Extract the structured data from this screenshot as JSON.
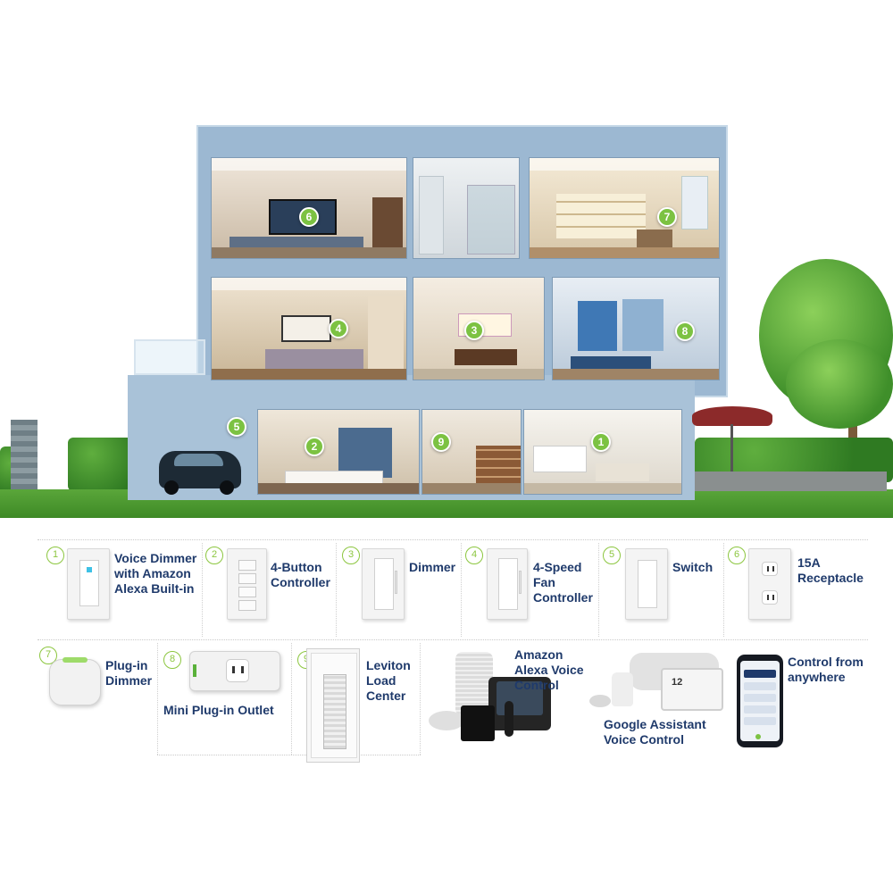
{
  "scene": {
    "markers": [
      "1",
      "2",
      "3",
      "4",
      "5",
      "6",
      "7",
      "8",
      "9"
    ]
  },
  "products": [
    {
      "number": "1",
      "label": "Voice Dimmer\nwith Amazon\nAlexa Built-in"
    },
    {
      "number": "2",
      "label": "4-Button\nController"
    },
    {
      "number": "3",
      "label": "Dimmer"
    },
    {
      "number": "4",
      "label": "4-Speed\nFan\nController"
    },
    {
      "number": "5",
      "label": "Switch"
    },
    {
      "number": "6",
      "label": "15A\nReceptacle"
    },
    {
      "number": "7",
      "label": "Plug-in\nDimmer"
    },
    {
      "number": "8",
      "label": "Mini Plug-in Outlet"
    },
    {
      "number": "9",
      "label": "Leviton\nLoad\nCenter"
    }
  ],
  "voice": {
    "alexa": "Amazon\nAlexa Voice\nControl",
    "google": "Google Assistant\nVoice Control",
    "app": "Control from\nanywhere",
    "hub_time": "12"
  },
  "colors": {
    "accent_green": "#7cc242",
    "label_navy": "#1f3a6b",
    "house_blue": "#9cb8d2"
  }
}
